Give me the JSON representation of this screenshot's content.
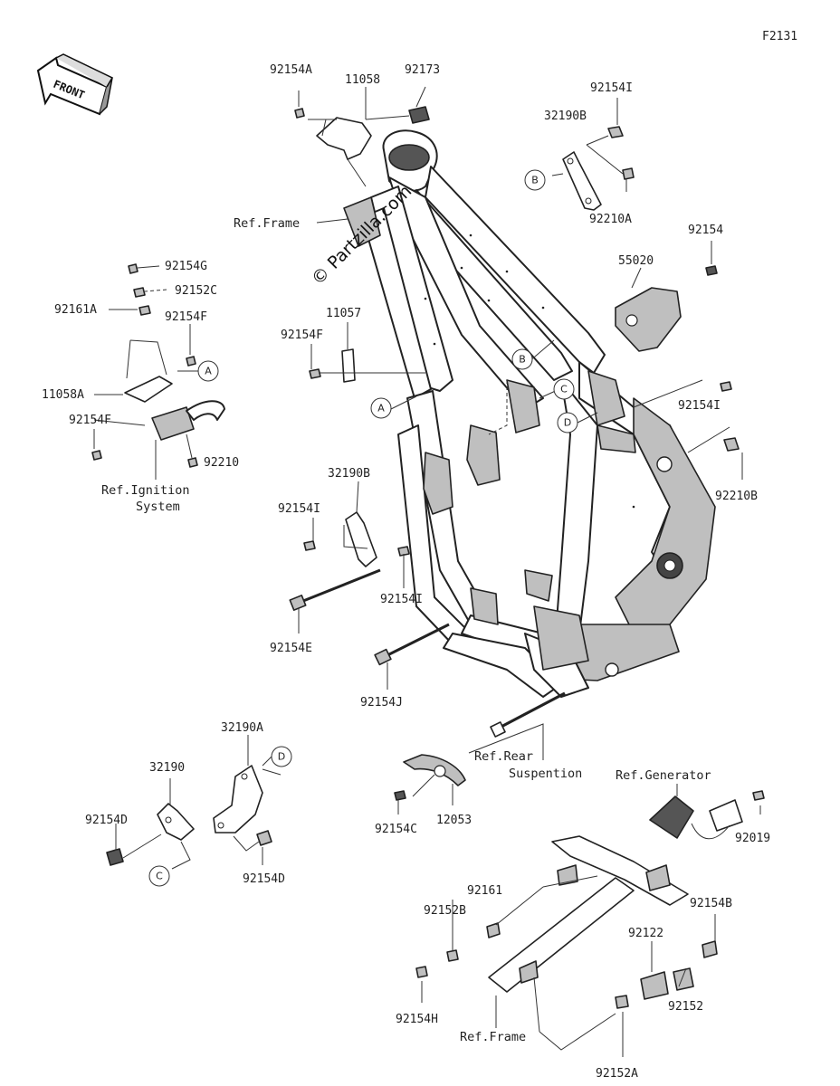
{
  "page_code": "F2131",
  "front_label": "FRONT",
  "watermark": "© Partzilla.com",
  "callouts": {
    "p92154A": "92154A",
    "p11058": "11058",
    "p92173": "92173",
    "p92154I_top": "92154I",
    "p32190B_top": "32190B",
    "p92210A": "92210A",
    "p92154": "92154",
    "p55020": "55020",
    "p92154G": "92154G",
    "p92152C": "92152C",
    "p92161A": "92161A",
    "p92154F_left": "92154F",
    "p11058A": "11058A",
    "p92154F_lower": "92154F",
    "p92210": "92210",
    "p11057": "11057",
    "p92154F_mid": "92154F",
    "p92154I_right": "92154I",
    "p92210B": "92210B",
    "p32190B_mid": "32190B",
    "p92154I_mid": "92154I",
    "p92154I_center": "92154I",
    "p92154E": "92154E",
    "p92154J": "92154J",
    "p32190A": "32190A",
    "p32190": "32190",
    "p92154D_left": "92154D",
    "p92154D_right": "92154D",
    "p92154C": "92154C",
    "p12053": "12053",
    "p92019": "92019",
    "p92161": "92161",
    "p92152B": "92152B",
    "p92154B": "92154B",
    "p92122": "92122",
    "p92152": "92152",
    "p92154H": "92154H",
    "p92152A": "92152A"
  },
  "references": {
    "ref_frame_top": "Ref.Frame",
    "ref_ignition_1": "Ref.Ignition",
    "ref_ignition_2": "System",
    "ref_rear_1": "Ref.Rear",
    "ref_rear_2": "Suspention",
    "ref_generator": "Ref.Generator",
    "ref_frame_bottom": "Ref.Frame"
  },
  "markers": {
    "A": "A",
    "B": "B",
    "C": "C",
    "D": "D"
  }
}
